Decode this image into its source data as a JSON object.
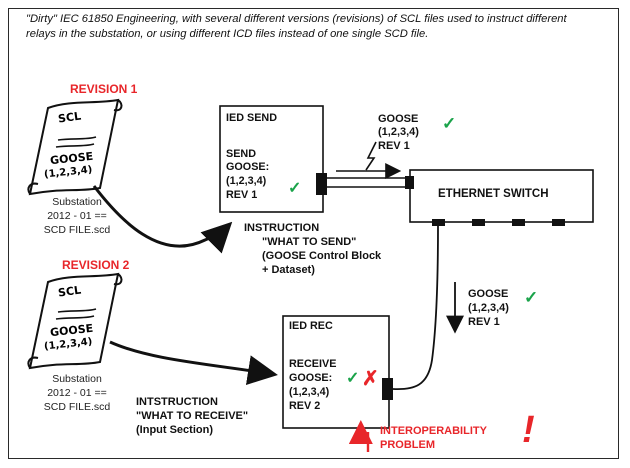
{
  "caption": "\"Dirty\" IEC 61850 Engineering, with several different versions (revisions) of SCL files used to instruct different relays in the substation, or using different ICD files instead of one single SCD file.",
  "revision1": {
    "title": "REVISION 1",
    "doc_lines": [
      "SCL",
      "GOOSE",
      "(1,2,3,4)"
    ],
    "substation": "Substation",
    "version": "2012 - 01 ==",
    "file": "SCD FILE.scd"
  },
  "revision2": {
    "title": "REVISION 2",
    "doc_lines": [
      "SCL",
      "GOOSE",
      "(1,2,3,4)"
    ],
    "substation": "Substation",
    "version": "2012 - 01 ==",
    "file": "SCD FILE.scd"
  },
  "ied_send": {
    "title": "IED SEND",
    "line1": "SEND",
    "line2": "GOOSE:",
    "line3": "(1,2,3,4)",
    "line4": "REV 1"
  },
  "ied_rec": {
    "title": "IED REC",
    "line1": "RECEIVE",
    "line2": "GOOSE:",
    "line3": "(1,2,3,4)",
    "line4": "REV 2"
  },
  "goose_top": {
    "line1": "GOOSE",
    "line2": "(1,2,3,4)",
    "line3": "REV 1"
  },
  "goose_mid": {
    "line1": "GOOSE",
    "line2": "(1,2,3,4)",
    "line3": "REV 1"
  },
  "switch_label": "ETHERNET SWITCH",
  "instruction_send": {
    "line1": "INSTRUCTION",
    "line2": "\"WHAT TO SEND\"",
    "line3": "(GOOSE Control Block",
    "line4": "+ Dataset)"
  },
  "instruction_receive": {
    "line1": "INTSTRUCTION",
    "line2": "\"WHAT TO RECEIVE\"",
    "line3": "(Input Section)"
  },
  "problem": {
    "line1": "INTEROPERABILITY",
    "line2": "PROBLEM"
  },
  "colors": {
    "red": "#e8262a",
    "green": "#1aa34a",
    "ink": "#111111"
  },
  "symbols": {
    "check": "✓",
    "cross": "✗",
    "exclamation": "!"
  }
}
